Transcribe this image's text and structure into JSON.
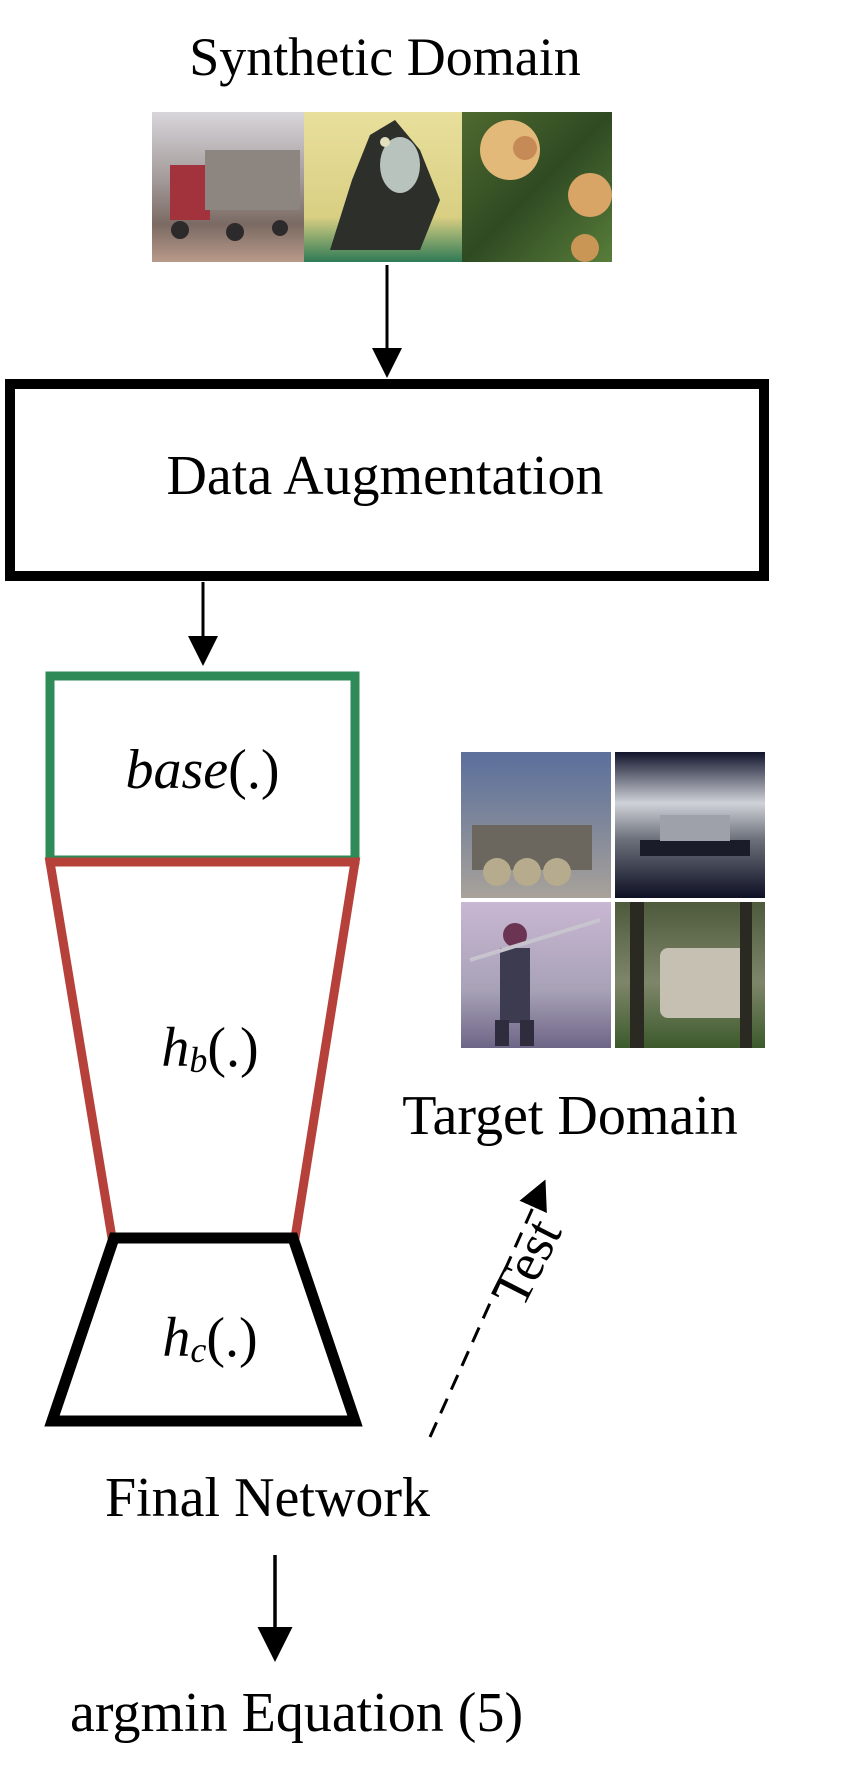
{
  "synthetic_domain": {
    "title": "Synthetic Domain",
    "images": [
      "truck-image",
      "cat-image",
      "flowers-image"
    ]
  },
  "data_augmentation": {
    "label": "Data Augmentation"
  },
  "network": {
    "base": {
      "name": "base",
      "args": "(.)",
      "color": "#2e8b57"
    },
    "hb": {
      "name": "h",
      "sub": "b",
      "args": "(.)",
      "color": "#b5413a"
    },
    "hc": {
      "name": "h",
      "sub": "c",
      "args": "(.)",
      "color": "#000000"
    },
    "label": "Final Network"
  },
  "target_domain": {
    "label": "Target Domain",
    "images": [
      "tank-image",
      "ship-image",
      "soldier-image",
      "car-image"
    ]
  },
  "test_label": "Test",
  "objective": "argmin Equation (5)"
}
